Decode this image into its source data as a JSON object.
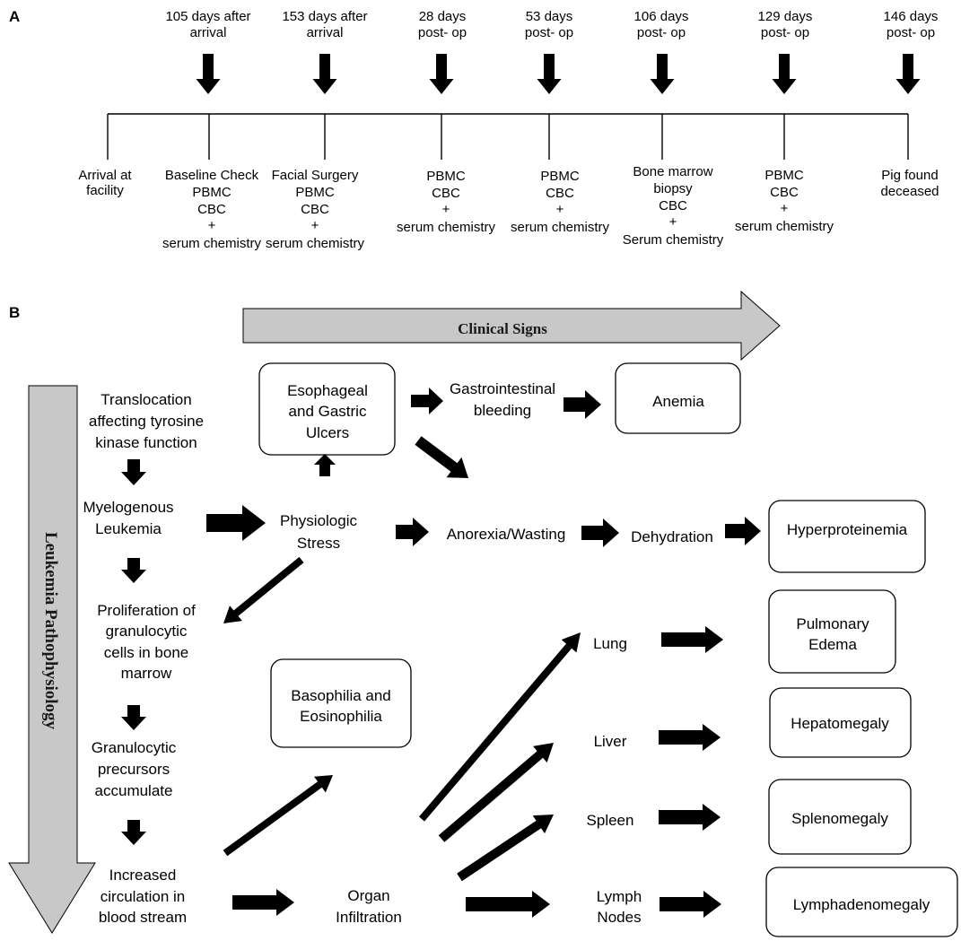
{
  "panel_labels": {
    "a": "A",
    "b": "B"
  },
  "timeline": {
    "arrival": [
      "Arrival at",
      "facility"
    ],
    "events": [
      {
        "top": [
          "105 days after",
          "arrival"
        ],
        "bottom": [
          "Baseline Check",
          "PBMC",
          "CBC",
          "+",
          "serum chemistry"
        ]
      },
      {
        "top": [
          "153 days after",
          "arrival"
        ],
        "bottom": [
          "Facial Surgery",
          "PBMC",
          "CBC",
          "+",
          "serum chemistry"
        ]
      },
      {
        "top": [
          "28 days",
          "post- op"
        ],
        "bottom": [
          "PBMC",
          "CBC",
          "+",
          "serum chemistry"
        ]
      },
      {
        "top": [
          "53 days",
          "post- op"
        ],
        "bottom": [
          "PBMC",
          "CBC",
          "+",
          "serum chemistry"
        ]
      },
      {
        "top": [
          "106 days",
          "post- op"
        ],
        "bottom": [
          "Bone marrow",
          "biopsy",
          "CBC",
          "+",
          "Serum chemistry"
        ]
      },
      {
        "top": [
          "129 days",
          "post- op"
        ],
        "bottom": [
          "PBMC",
          "CBC",
          "+",
          "serum chemistry"
        ]
      },
      {
        "top": [
          "146 days",
          "post- op"
        ],
        "bottom": [
          "Pig found",
          "deceased"
        ]
      }
    ]
  },
  "flow": {
    "clinical_signs": "Clinical Signs",
    "leukemia_pathophysiology": "Leukemia Pathophysiology",
    "pathway": {
      "translocation": [
        "Translocation",
        "affecting tyrosine",
        "kinase function"
      ],
      "myelogenous_leukemia": [
        "Myelogenous",
        "Leukemia"
      ],
      "proliferation": [
        "Proliferation of",
        "granulocytic",
        "cells in bone",
        "marrow"
      ],
      "precursors": [
        "Granulocytic",
        "precursors",
        "accumulate"
      ],
      "circulation": [
        "Increased",
        "circulation in",
        "blood stream"
      ]
    },
    "nodes": {
      "physiologic_stress": [
        "Physiologic",
        "Stress"
      ],
      "gi_bleeding": [
        "Gastrointestinal",
        "bleeding"
      ],
      "anorexia": [
        "Anorexia/Wasting"
      ],
      "dehydration": [
        "Dehydration"
      ],
      "organ_infiltration": [
        "Organ",
        "Infiltration"
      ],
      "lung": [
        "Lung"
      ],
      "liver": [
        "Liver"
      ],
      "spleen": [
        "Spleen"
      ],
      "lymph_nodes": [
        "Lymph",
        "Nodes"
      ]
    },
    "boxes": {
      "ulcers": [
        "Esophageal",
        "and Gastric",
        "Ulcers"
      ],
      "anemia": [
        "Anemia"
      ],
      "hyperproteinemia": [
        "Hyperproteinemia"
      ],
      "pulmonary_edema": [
        "Pulmonary",
        "Edema"
      ],
      "hepatomegaly": [
        "Hepatomegaly"
      ],
      "splenomegaly": [
        "Splenomegaly"
      ],
      "lymphadenomegaly": [
        "Lymphadenomegaly"
      ],
      "basophilia": [
        "Basophilia and",
        "Eosinophilia"
      ]
    }
  },
  "colors": {
    "arrow": "#000000",
    "band": "#c8c8c8"
  }
}
